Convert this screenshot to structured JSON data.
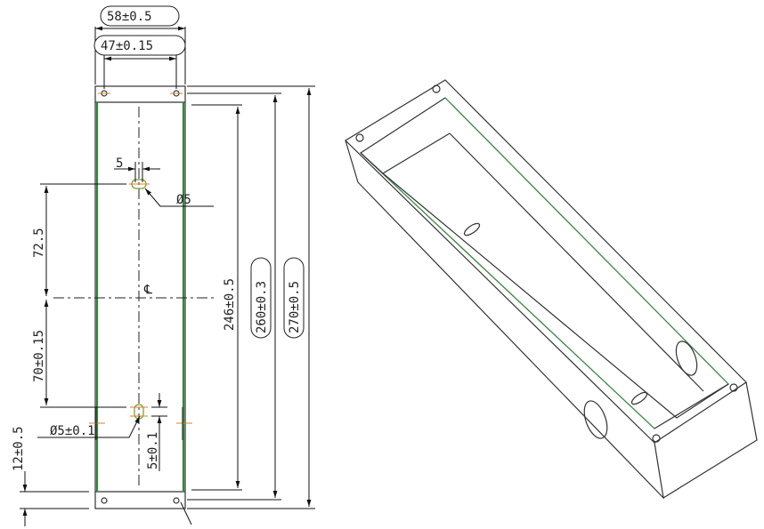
{
  "drawing": {
    "front_view": {
      "width_outer": "58±0.5",
      "hole_spacing": "47±0.15",
      "slot_width": "5",
      "slot_diameter_top": "Ø5",
      "dist_top_slot": "72.5",
      "centerline_symbol": "℄",
      "dist_bottom_slot": "70±0.15",
      "slot_diameter_bottom": "Ø5±0.1",
      "slot_length": "5±0.1",
      "flange_height": "12±0.5",
      "inner_length": "246±0.5",
      "hole_length": "260±0.3",
      "outer_length": "270±0.5"
    },
    "colors": {
      "wall": "#2f8a3a",
      "center_mark": "#d9822b"
    }
  }
}
